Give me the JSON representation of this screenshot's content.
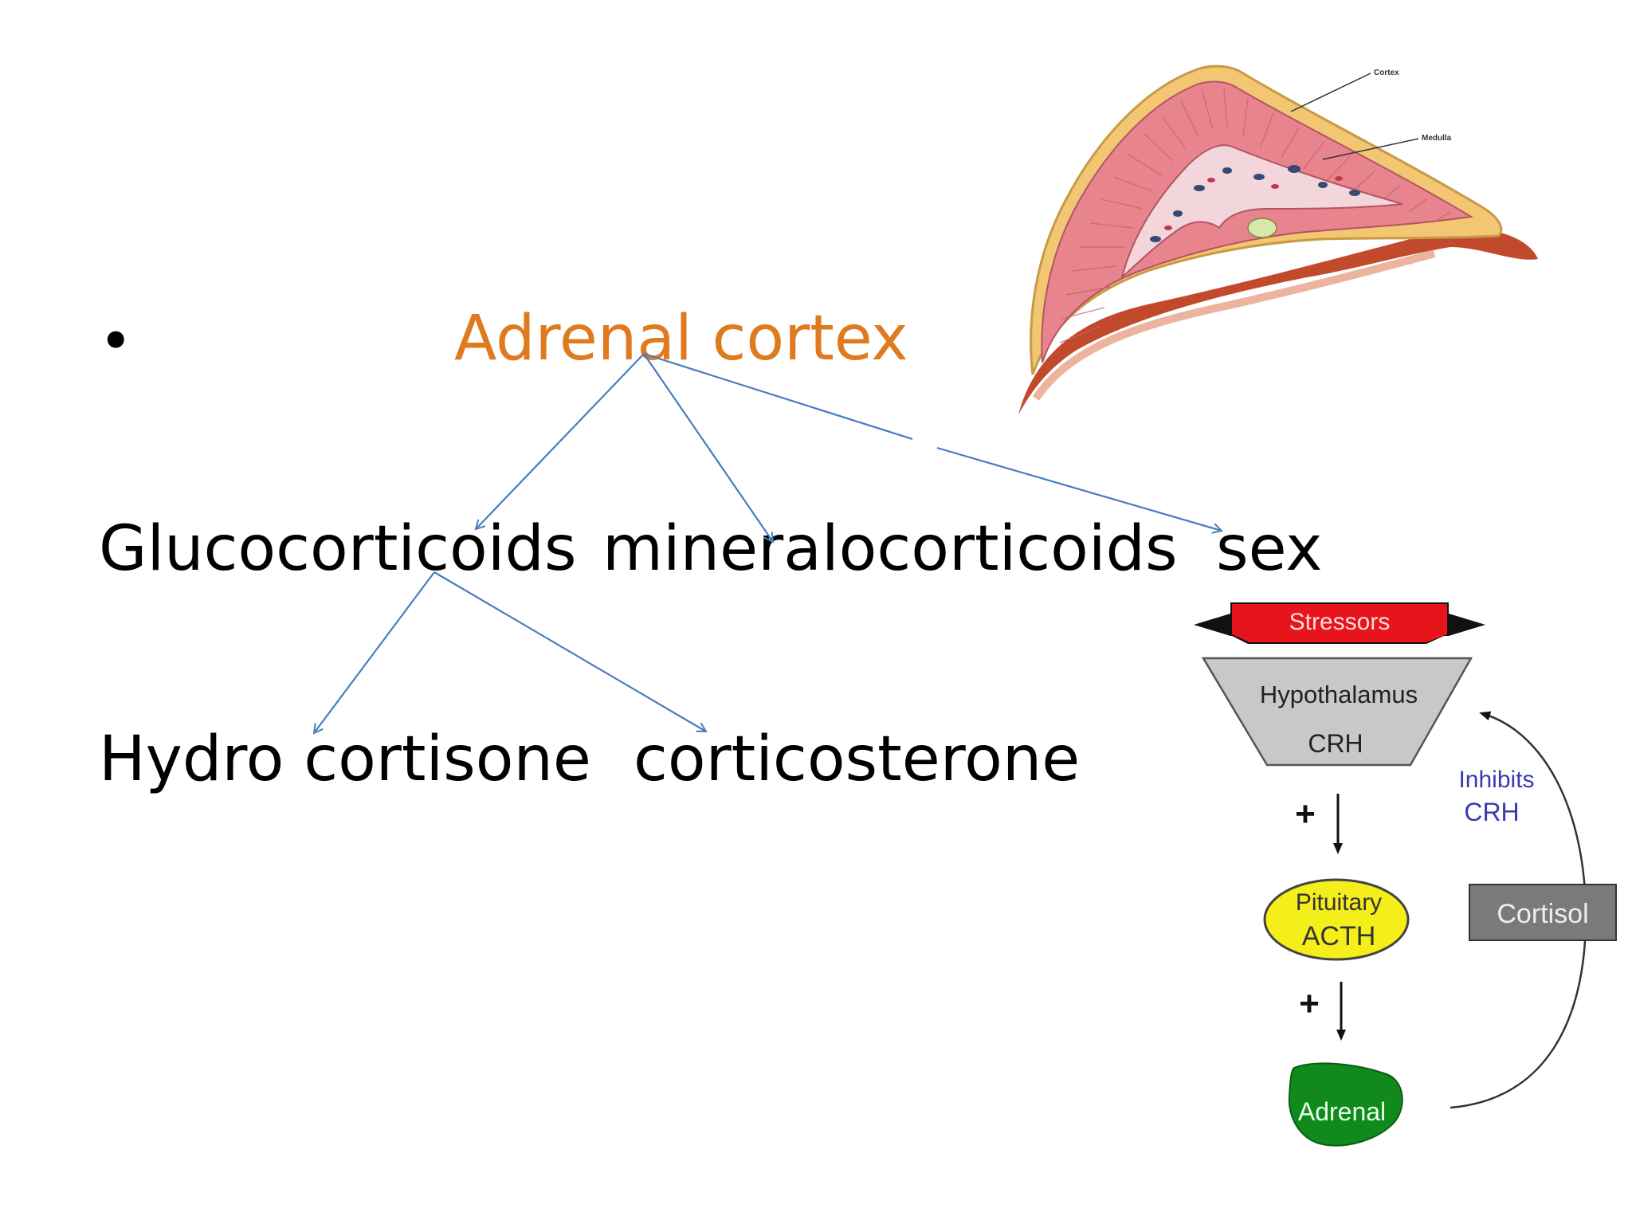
{
  "bullet": "•",
  "root": "Adrenal cortex",
  "level1": [
    "Glucocorticoids",
    "mineralocorticoids",
    "sex"
  ],
  "level2": [
    "Hydro cortisone",
    "corticosterone"
  ],
  "anatomy": {
    "label_cortex": "Cortex",
    "label_medulla": "Medulla"
  },
  "flowchart": {
    "stressors": "Stressors",
    "hypothalamus": "Hypothalamus",
    "crh": "CRH",
    "plus": "+",
    "pituitary": "Pituitary",
    "acth": "ACTH",
    "adrenal": "Adrenal",
    "inhibits": "Inhibits",
    "inhibits_crh": "CRH",
    "cortisol": "Cortisol"
  },
  "colors": {
    "root_text": "#e07a1f",
    "arrows": "#4a7cc0",
    "stressors": "#e8141c",
    "hypothalamus": "#c8c8c8",
    "pituitary": "#f4ee1a",
    "adrenal": "#118a1d",
    "inhibits": "#3a3ab0"
  }
}
